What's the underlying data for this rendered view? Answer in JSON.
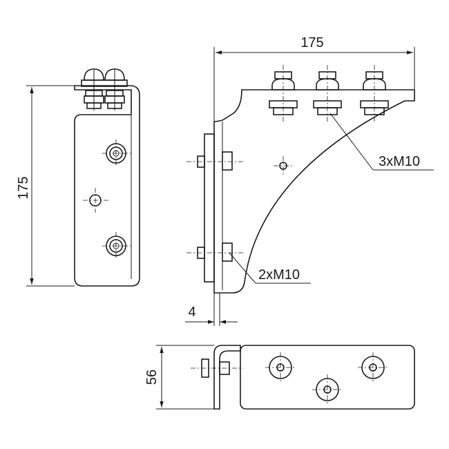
{
  "dimensions": {
    "side_height": "175",
    "top_width": "175",
    "thickness": "4",
    "bottom_height": "56"
  },
  "labels": {
    "top_bolts": "3xM10",
    "side_bolts": "2xM10"
  },
  "colors": {
    "line": "#1a1a1a",
    "background": "#ffffff"
  }
}
